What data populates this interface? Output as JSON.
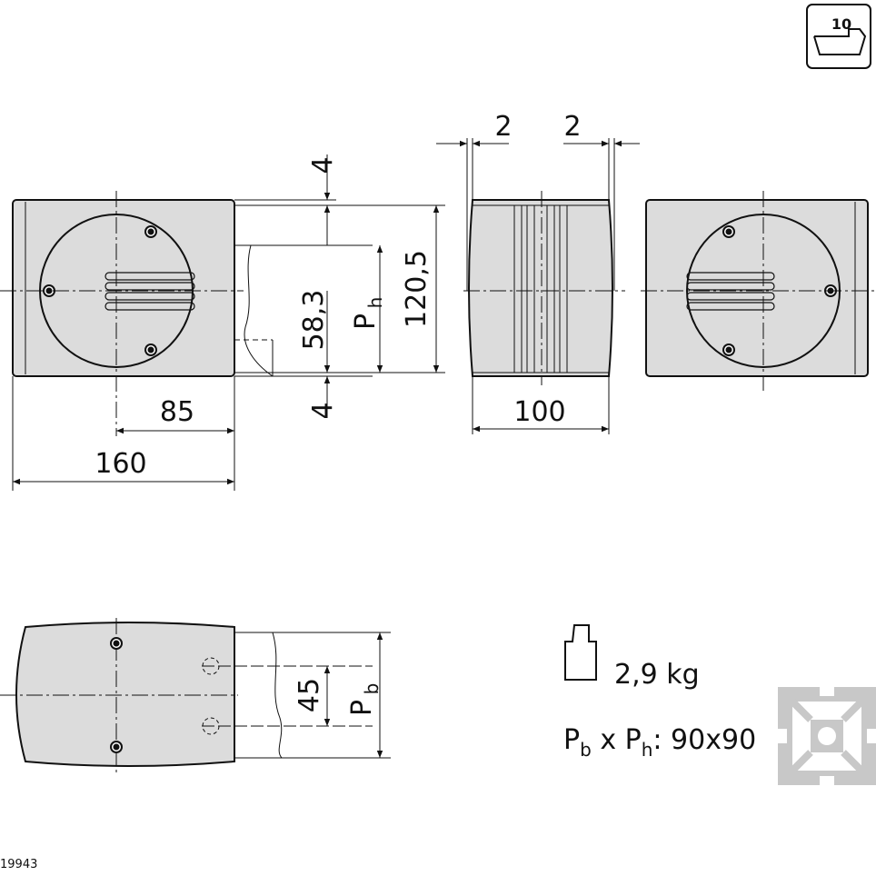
{
  "slot_badge": "10",
  "dims": {
    "gap_left": "2",
    "gap_right": "2",
    "top_offset": "4",
    "bottom_offset": "4",
    "center_offset": "58,3",
    "height_label": "P",
    "height_sub": "h",
    "total_height": "120,5",
    "half_width": "85",
    "full_width": "160",
    "depth": "100",
    "slot_spacing": "45",
    "width_label": "P",
    "width_sub": "b"
  },
  "weight": "2,9 kg",
  "profile": {
    "p": "P",
    "sub_b": "b",
    "x": " x ",
    "sub_h": "h",
    "value": ": 90x90"
  },
  "doc_id": "19943",
  "colors": {
    "body_fill": "#dcdcdc",
    "line": "#111111",
    "profile_icon": "#c8c8c8"
  }
}
